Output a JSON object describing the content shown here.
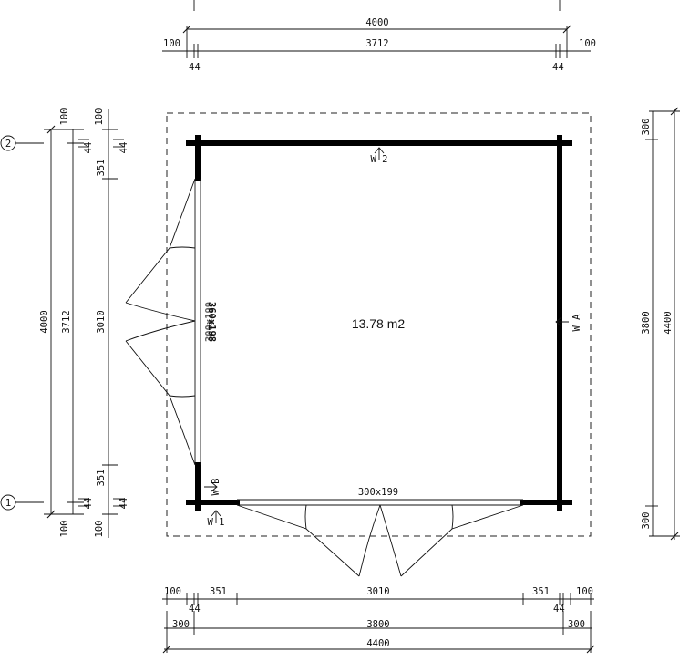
{
  "top_dims": {
    "overall": "4000",
    "inner": "3712",
    "left_overhang": "100",
    "right_overhang": "100",
    "left_wall": "44",
    "right_wall": "44"
  },
  "left_dims": {
    "overall": "4000",
    "inner": "3712",
    "opening": "3010",
    "top_seg": "351",
    "bottom_seg": "351",
    "wall_top_a": "44",
    "wall_top_b": "44",
    "wall_bottom_a": "44",
    "wall_bottom_b": "44",
    "overhang_top_a": "100",
    "overhang_top_b": "100",
    "overhang_bottom_a": "100",
    "overhang_bottom_b": "100"
  },
  "right_dims": {
    "overall": "4400",
    "inner": "3800",
    "top_overhang": "300",
    "bottom_overhang": "300"
  },
  "bottom_dims": {
    "left_overhang": "100",
    "left_seg": "351",
    "opening": "3010",
    "right_seg": "351",
    "right_overhang": "100",
    "left_wall": "44",
    "right_wall": "44",
    "left_300": "300",
    "inner": "3800",
    "right_300": "300",
    "overall": "4400"
  },
  "axes": {
    "axis_2": "2",
    "axis_1": "1"
  },
  "room": {
    "area": "13.78 m2"
  },
  "walls": {
    "w2": "W 2",
    "w1": "W 1",
    "wa": "W A",
    "wb": "W B"
  },
  "openings": {
    "front_door": "300x199",
    "side_door_a": "360x198",
    "side_door_b": "300x199"
  }
}
